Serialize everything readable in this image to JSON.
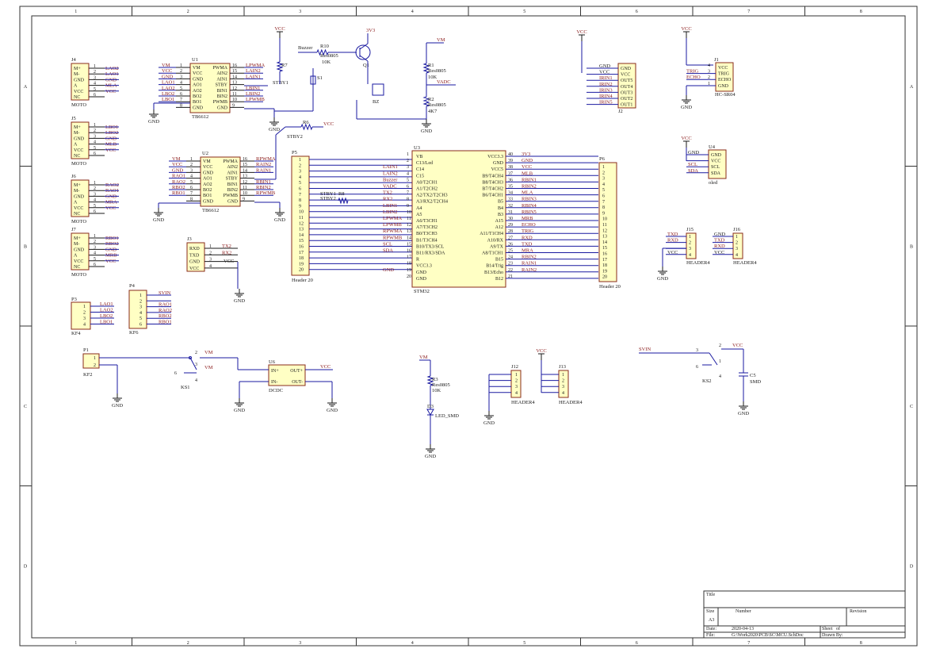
{
  "sheet": {
    "columns": [
      "1",
      "2",
      "3",
      "4",
      "5",
      "6",
      "7",
      "8"
    ],
    "rows": [
      "A",
      "B",
      "C",
      "D"
    ]
  },
  "title_block": {
    "title_label": "Title",
    "size_label": "Size",
    "size_value": "A3",
    "number_label": "Number",
    "revision_label": "Revision",
    "date_label": "Date:",
    "date_value": "2020-04-13",
    "sheet_label": "Sheet",
    "of_label": "of",
    "file_label": "File:",
    "file_value": "G:\\Work2020\\PCB\\SC\\MCU.SchDoc",
    "drawn_label": "Drawn By:"
  },
  "components": {
    "J4": {
      "ref": "J4",
      "name": "MOTO",
      "pins": [
        "M+",
        "M-",
        "GND",
        "A",
        "VCC",
        "NC"
      ],
      "nets": [
        "LAO2",
        "LAO1",
        "GND",
        "MLA",
        "VCC",
        ""
      ]
    },
    "J5": {
      "ref": "J5",
      "name": "MOTO",
      "pins": [
        "M+",
        "M-",
        "GND",
        "A",
        "VCC",
        "NC"
      ],
      "nets": [
        "LBO1",
        "LBO2",
        "GND",
        "MLB",
        "VCC",
        ""
      ]
    },
    "J6": {
      "ref": "J6",
      "name": "MOTO",
      "pins": [
        "M+",
        "M-",
        "GND",
        "A",
        "VCC",
        "NC"
      ],
      "nets": [
        "RAO2",
        "RAO1",
        "GND",
        "MRA",
        "VCC",
        ""
      ]
    },
    "J7": {
      "ref": "J7",
      "name": "MOTO",
      "pins": [
        "M+",
        "M-",
        "GND",
        "A",
        "VCC",
        "NC"
      ],
      "nets": [
        "RBO1",
        "RBO2",
        "GND",
        "MRB",
        "VCC",
        ""
      ]
    },
    "P3": {
      "ref": "P3",
      "name": "KF4",
      "nets": [
        "LAO1",
        "LAO2",
        "LBO2",
        "LBO1"
      ]
    },
    "P4": {
      "ref": "P4",
      "name": "KF6",
      "nets": [
        "SVIN",
        "",
        "RAO1",
        "RAO2",
        "RBO2",
        "RBO1"
      ]
    },
    "U1": {
      "ref": "U1",
      "name": "TB6612",
      "left_pins": [
        "VM",
        "VCC",
        "GND",
        "AO1",
        "AO2",
        "BO2",
        "BO1",
        "GND"
      ],
      "right_pins": [
        "PWMA",
        "AIN2",
        "AIN1",
        "STBY",
        "BIN1",
        "BIN2",
        "PWMB",
        "GND"
      ],
      "left_nets": [
        "VM",
        "VCC",
        "GND",
        "LAO1",
        "LAO2",
        "LBO2",
        "LBO1",
        ""
      ],
      "right_nets": [
        "LPWMA",
        "LAIN2",
        "LAIN1",
        "",
        "LBIN1",
        "LBIN2",
        "LPWMB",
        ""
      ],
      "left_nums": [
        "1",
        "2",
        "3",
        "4",
        "5",
        "6",
        "7",
        "8"
      ],
      "right_nums": [
        "16",
        "15",
        "14",
        "13",
        "12",
        "11",
        "10",
        "9"
      ]
    },
    "U2": {
      "ref": "U2",
      "name": "TB6612",
      "left_pins": [
        "VM",
        "VCC",
        "GND",
        "AO1",
        "AO2",
        "BO2",
        "BO1",
        "GND"
      ],
      "right_pins": [
        "PWMA",
        "AIN2",
        "AIN1",
        "STBY",
        "BIN1",
        "BIN2",
        "PWMB",
        "GND"
      ],
      "left_nets": [
        "VM",
        "VCC",
        "GND",
        "RAO1",
        "RAO2",
        "RBO2",
        "RBO1",
        ""
      ],
      "right_nets": [
        "RPWMA",
        "RAIN2",
        "RAIN1",
        "",
        "RBIN1",
        "RBIN2",
        "RPWMB",
        ""
      ],
      "left_nums": [
        "1",
        "2",
        "3",
        "4",
        "5",
        "6",
        "7",
        "8"
      ],
      "right_nums": [
        "16",
        "15",
        "14",
        "13",
        "12",
        "11",
        "10",
        "9"
      ]
    },
    "J3": {
      "ref": "J3",
      "pins": [
        "RXD",
        "TXD",
        "GND",
        "VCC"
      ],
      "nets": [
        "TX2",
        "RX2",
        "",
        ""
      ]
    },
    "P5": {
      "ref": "P5",
      "name": "Header 20"
    },
    "P6": {
      "ref": "P6",
      "name": "Header 20"
    },
    "U3": {
      "ref": "U3",
      "name": "STM32",
      "left_pins": [
        "VB",
        "C13/Led",
        "C14",
        "C15",
        "A0/T2CH1",
        "A1/T2CH2",
        "A2/TX2/T2CH3",
        "A3/RX2/T2CH4",
        "A4",
        "A5",
        "A6/T3CH1",
        "A7/T3CH2",
        "B0/T3CH3",
        "B1/T3CH4",
        "B10/TX3/SCL",
        "B11/RX3/SDA",
        "R",
        "VCC3.3",
        "GND",
        "GND"
      ],
      "left_nums": [
        "1",
        "2",
        "3",
        "4",
        "5",
        "6",
        "7",
        "8",
        "9",
        "10",
        "11",
        "12",
        "13",
        "14",
        "15",
        "16",
        "17",
        "18",
        "19",
        "20"
      ],
      "left_nets": [
        "",
        "",
        "LAIN1",
        "LAIN2",
        "Buzzer",
        "VADC",
        "TX2",
        "RX2",
        "LBIN1",
        "LBIN2",
        "LPWMA",
        "LPWMB",
        "RPWMA",
        "RPWMB",
        "SCL",
        "SDA",
        "",
        "",
        "GND",
        ""
      ],
      "right_pins": [
        "VCC3.3",
        "GND",
        "VCC5",
        "B9/T4CH4",
        "B8/T4CH3",
        "B7/T4CH2",
        "B6/T4CH1",
        "B5",
        "B4",
        "B3",
        "A15",
        "A12",
        "A11/T1CH4",
        "A10/RX",
        "A9/TX",
        "A8/T1CH1",
        "B15",
        "B14/Trig",
        "B13/Echo",
        "B12"
      ],
      "right_nums": [
        "40",
        "39",
        "38",
        "37",
        "36",
        "35",
        "34",
        "33",
        "32",
        "31",
        "30",
        "29",
        "28",
        "27",
        "26",
        "25",
        "24",
        "23",
        "22",
        "21"
      ],
      "right_nets": [
        "3V3",
        "GND",
        "VCC",
        "MLB",
        "RBIN1",
        "RBIN2",
        "MLA",
        "RBIN3",
        "RBIN4",
        "RBIN5",
        "MRB",
        "ECHO",
        "TRIG",
        "RXD",
        "TXD",
        "MRA",
        "RBIN2",
        "RAIN1",
        "RAIN2",
        ""
      ]
    },
    "J2": {
      "ref": "J2",
      "pins": [
        "GND",
        "VCC",
        "OUT5",
        "OUT4",
        "OUT3",
        "OUT2",
        "OUT1"
      ],
      "nets": [
        "GND",
        "VCC",
        "IRIN1",
        "IRIN2",
        "IRIN3",
        "IRIN4",
        "IRIN5"
      ]
    },
    "J1": {
      "ref": "J1",
      "name": "HC-SR04",
      "pins": [
        "VCC",
        "TRIG",
        "ECHO",
        "GND"
      ],
      "nums": [
        "4",
        "3",
        "2",
        "1"
      ],
      "nets": [
        "",
        "TRIG",
        "ECHO",
        ""
      ]
    },
    "U4": {
      "ref": "U4",
      "name": "oled",
      "pins": [
        "GND",
        "VCC",
        "SCL",
        "SDA"
      ],
      "nets": [
        "GND",
        "",
        "SCL",
        "SDA"
      ]
    },
    "J15": {
      "ref": "J15",
      "name": "HEADER4",
      "nets": [
        "TXD",
        "RXD",
        "",
        "VCC"
      ]
    },
    "J16": {
      "ref": "J16",
      "name": "HEADER4",
      "nets": [
        "GND",
        "TXD",
        "RXD",
        "VCC"
      ]
    },
    "J12": {
      "ref": "J12",
      "name": "HEADER4"
    },
    "J13": {
      "ref": "J13",
      "name": "HEADER4"
    },
    "U6": {
      "ref": "U6",
      "name": "DCDC",
      "pins": [
        "IN+",
        "IN-",
        "OUT+",
        "OUT-"
      ]
    },
    "P1": {
      "ref": "P1",
      "name": "KF2"
    },
    "KS1": {
      "ref": "KS1"
    },
    "KS2": {
      "ref": "KS2"
    },
    "R1": {
      "ref": "R1",
      "value": "Res0805",
      "val2": "10K"
    },
    "R2": {
      "ref": "R2",
      "value": "Res0805",
      "val2": "4K7"
    },
    "R3": {
      "ref": "R3",
      "value": "Res0805",
      "val2": "10K"
    },
    "R6": {
      "ref": "R6"
    },
    "R7": {
      "ref": "R7"
    },
    "R8": {
      "ref": "R8"
    },
    "R10": {
      "ref": "R10",
      "value": "Res0805",
      "val2": "10K"
    },
    "Q1": {
      "ref": "Q1"
    },
    "S1": {
      "ref": "S1"
    },
    "BZ": {
      "ref": "BZ"
    },
    "D3": {
      "ref": "D3",
      "value": "LED_SMD"
    },
    "C5": {
      "ref": "C5",
      "value": "SMD"
    }
  },
  "labels": {
    "vcc": "VCC",
    "gnd": "GND",
    "vm": "VM",
    "v3": "3V3",
    "vadc": "VADC",
    "buzzer": "Buzzer",
    "stby1": "STBY1",
    "stby2": "STBY2",
    "svin": "SVIN",
    "trig": "TRIG",
    "echo": "ECHO",
    "scl": "SCL",
    "sda": "SDA",
    "txd": "TXD",
    "rxd": "RXD",
    "tx2": "TX2",
    "rx2": "RX2"
  }
}
